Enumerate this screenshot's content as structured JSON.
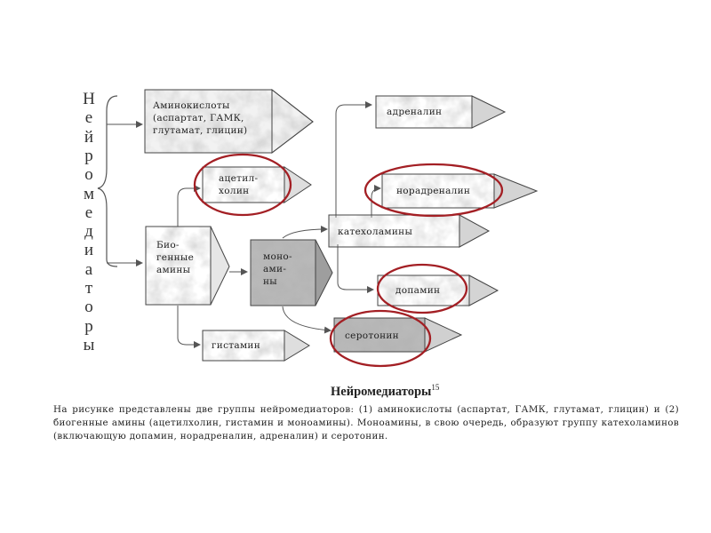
{
  "vertical_title": "Нейромедиаторы",
  "nodes": {
    "amino": "Аминокислоты\n(аспартат, ГАМК,\nглутамат, глицин)",
    "acetyl": "ацетил-\nхолин",
    "biogenic": "Био-\nгенные\nамины",
    "mono": "моно-\nами-\nны",
    "histamine": "гистамин",
    "adrenaline": "адреналин",
    "noradrenaline": "норадреналин",
    "catecholamines": "катехоламины",
    "dopamine": "допамин",
    "serotonin": "серотонин"
  },
  "caption": {
    "title": "Нейромедиаторы",
    "footnote": "15",
    "text": "На рисунке представлены две группы нейромедиаторов: (1) аминокислоты (аспартат, ГАМК, глутамат, глицин) и (2) биогенные амины (ацетилхолин, гистамин и моноамины). Моноамины, в свою очередь, образуют группу катехоламинов (включающую допамин, норадреналин, адреналин) и серотонин."
  },
  "colors": {
    "marble_box": "#f2f2f2",
    "grey_box": "#b5b5b5",
    "arrow_tip": "#d4d4d4",
    "highlight_circle": "#a31f24",
    "line": "#555555"
  }
}
